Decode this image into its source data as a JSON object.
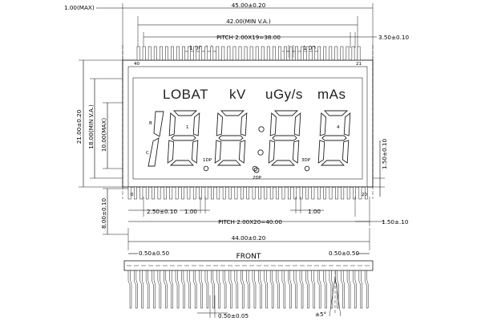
{
  "dimensions": {
    "top_max": "1.00(MAX)",
    "overall_width": "45.00±0.20",
    "viewing_area": "42.00(MIN V.A.)",
    "top_pitch": "PITCH 2.00X19=38.00",
    "top_right_offset": "3.50±0.10",
    "top_small_1": "1.00",
    "top_small_2": "1.00",
    "height_total": "21.00±0.20",
    "height_va": "18.00(MIN V.A.)",
    "height_max": "10.00(MAX)",
    "right_pitch": "1.50±0.10",
    "left_offset": "2.50±0.10",
    "bottom_small_1": "1.00",
    "bottom_small_2": "1.00",
    "bottom_pitch": "PITCH 2.00X20=40.00",
    "bottom_right_offset": "1.50±.10",
    "side_height": "8.00±0.10",
    "front_width": "44.00±0.20",
    "front_left": "0.50±0.50",
    "front_right": "0.50±0.50",
    "front_label": "FRONT",
    "pin_thickness": "0.50±0.05",
    "angle": "±5°"
  },
  "display": {
    "annunciators": [
      "LOBAT",
      "kV",
      "uGy/s",
      "mAs"
    ],
    "digit_labels": [
      "1",
      "4"
    ],
    "segment_labels": [
      "B",
      "C"
    ],
    "dp_labels": [
      "1DP",
      "2DP",
      "3DP"
    ]
  },
  "pins": {
    "top_left": "40",
    "top_right": "21",
    "bottom_left": "0",
    "bottom_right": "20"
  }
}
